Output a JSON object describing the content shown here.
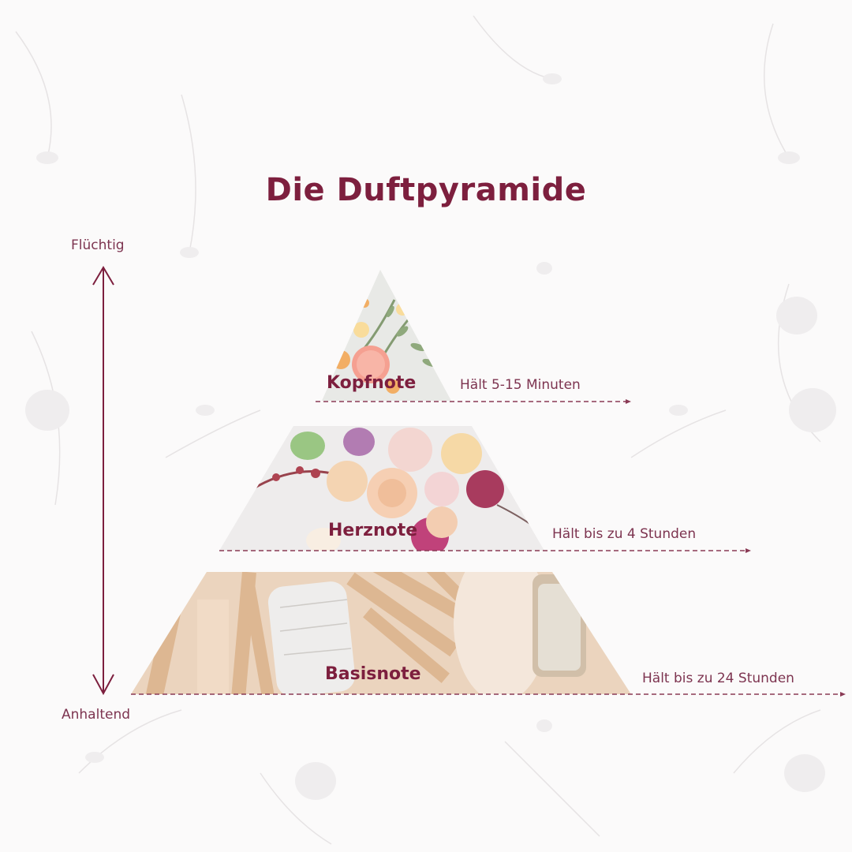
{
  "title": "Die Duftpyramide",
  "axis": {
    "top_label": "Flüchtig",
    "bottom_label": "Anhaltend",
    "color": "#7d1f3e"
  },
  "tiers": [
    {
      "name": "Kopfnote",
      "duration": "Hält 5-15 Minuten",
      "image": "citrus-fruits-and-green-leaves"
    },
    {
      "name": "Herznote",
      "duration": "Hält bis zu 4 Stunden",
      "image": "roses-and-flowers-bouquet"
    },
    {
      "name": "Basisnote",
      "duration": "Hält bis zu 24 Stunden",
      "image": "palo-santo-wood-and-sage"
    }
  ],
  "colors": {
    "accent": "#7d1f3e",
    "text_secondary": "#7d3450",
    "background": "#fbfafa"
  }
}
